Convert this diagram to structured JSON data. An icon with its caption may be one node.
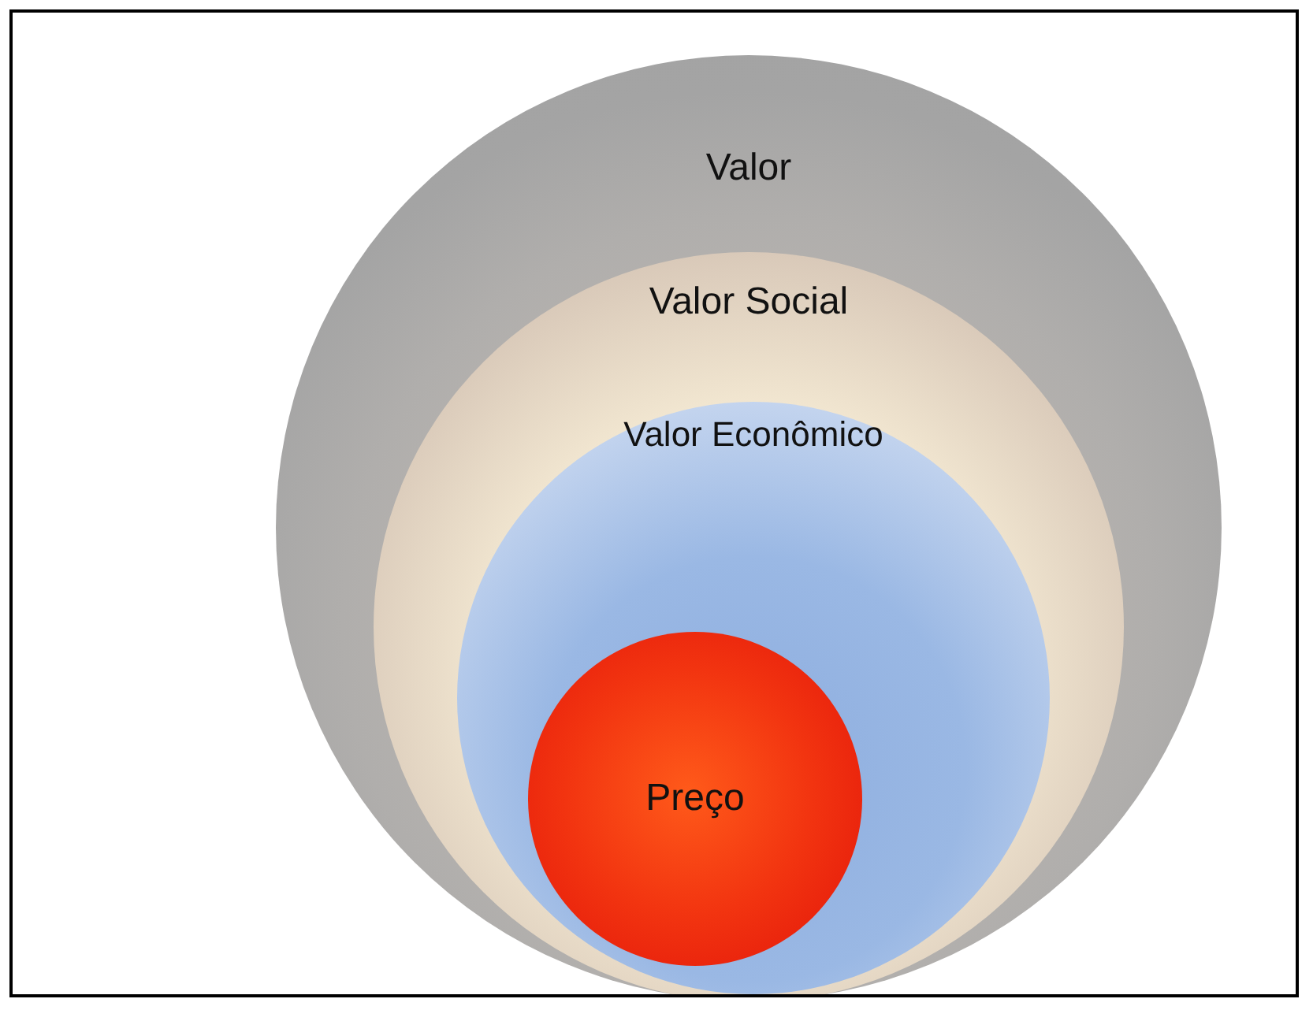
{
  "diagram": {
    "nodes": [
      {
        "text": [
          "Valor"
        ]
      },
      {
        "text": [
          "Valor Social"
        ],
        "in": 0
      },
      {
        "text": [
          "Valor Econômico"
        ],
        "in": 1
      },
      {
        "text": [
          "Preço"
        ],
        "in": 2
      }
    ]
  }
}
